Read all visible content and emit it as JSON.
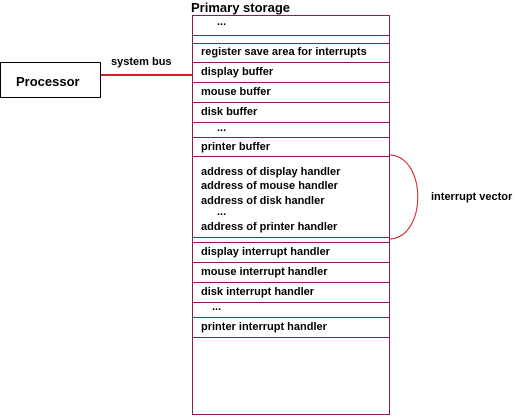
{
  "storage": {
    "title": "Primary storage",
    "top_ellipsis": "...",
    "register_save": "register save area for interrupts",
    "display_buffer": "display buffer",
    "mouse_buffer": "mouse buffer",
    "disk_buffer": "disk buffer",
    "buffer_ellipsis": "...",
    "printer_buffer": "printer buffer",
    "vector_entries": {
      "display": "address of display handler",
      "mouse": "address of mouse handler",
      "disk": "address of disk handler",
      "ellipsis": "...",
      "printer": "address of printer handler"
    },
    "display_handler": "display interrupt handler",
    "mouse_handler": "mouse interrupt handler",
    "disk_handler": "disk interrupt handler",
    "handler_ellipsis": "...",
    "printer_handler": "printer interrupt handler"
  },
  "processor": {
    "label": "Processor"
  },
  "bus": {
    "label": "system bus",
    "color": "#d22020"
  },
  "interrupt_vector": {
    "label": "interrupt vector",
    "color": "#d22020"
  },
  "colors": {
    "storage_border": "#8b1a5c"
  }
}
